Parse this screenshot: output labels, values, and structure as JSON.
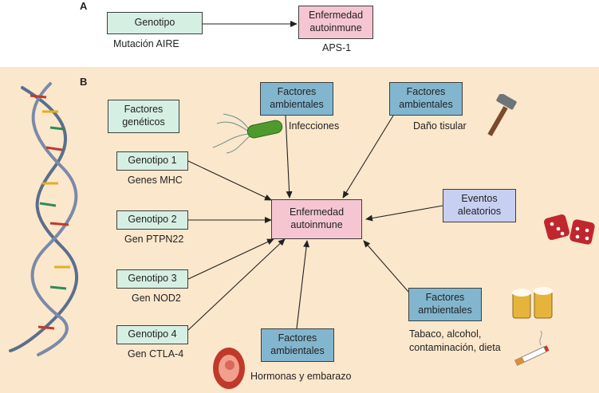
{
  "panel_a": {
    "letter": "A",
    "genotype_box": "Genotipo",
    "genotype_caption": "Mutación AIRE",
    "disease_box": "Enfermedad\nautoinmune",
    "disease_caption": "APS-1"
  },
  "panel_b": {
    "letter": "B",
    "genetic_factors": "Factores\ngenéticos",
    "genotypes": [
      {
        "label": "Genotipo 1",
        "caption": "Genes MHC"
      },
      {
        "label": "Genotipo 2",
        "caption": "Gen PTPN22"
      },
      {
        "label": "Genotipo 3",
        "caption": "Gen NOD2"
      },
      {
        "label": "Genotipo 4",
        "caption": "Gen CTLA-4"
      }
    ],
    "disease": "Enfermedad\nautoinmune",
    "env_infections": {
      "label": "Factores\nambientales",
      "caption": "Infecciones"
    },
    "env_tissue": {
      "label": "Factores\nambientales",
      "caption": "Daño tisular"
    },
    "random_events": "Eventos\naleatorios",
    "env_lifestyle": {
      "label": "Factores\nambientales",
      "caption": "Tabaco, alcohol,\ncontaminación, dieta"
    },
    "env_hormones": {
      "label": "Factores\nambientales",
      "caption": "Hormonas y embarazo"
    }
  },
  "colors": {
    "panel_b_bg": "#fbe7cc",
    "green_box": "#d6efe3",
    "blue_box": "#82b6cf",
    "pink_box": "#f5c6d2",
    "lavender_box": "#c8d0f2"
  }
}
